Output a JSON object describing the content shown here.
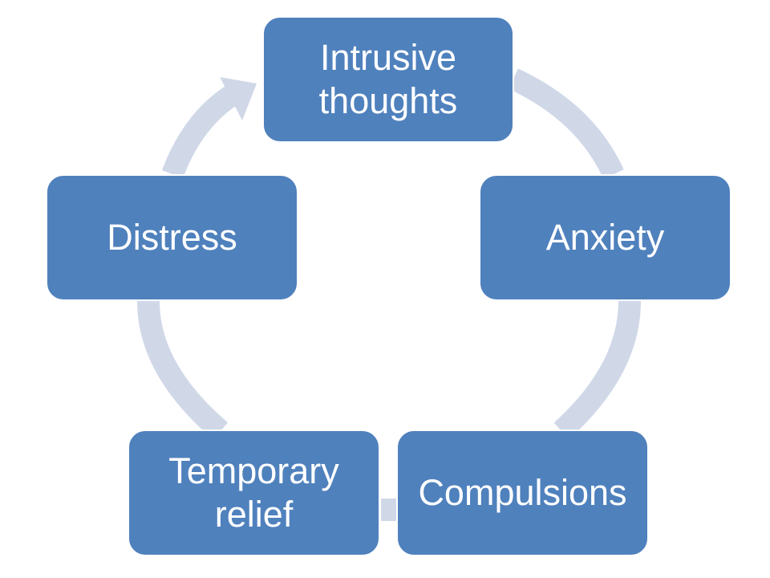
{
  "diagram": {
    "type": "cycle",
    "colors": {
      "node_fill": "#4f81bd",
      "node_text": "#ffffff",
      "ring": "#d0d8e8",
      "background": "#ffffff"
    },
    "nodes": [
      {
        "id": "intrusive",
        "label": "Intrusive thoughts"
      },
      {
        "id": "anxiety",
        "label": "Anxiety"
      },
      {
        "id": "compulsions",
        "label": "Compulsions"
      },
      {
        "id": "relief",
        "label": "Temporary relief"
      },
      {
        "id": "distress",
        "label": "Distress"
      }
    ],
    "flow": [
      "intrusive",
      "anxiety",
      "compulsions",
      "relief",
      "distress",
      "intrusive"
    ]
  }
}
